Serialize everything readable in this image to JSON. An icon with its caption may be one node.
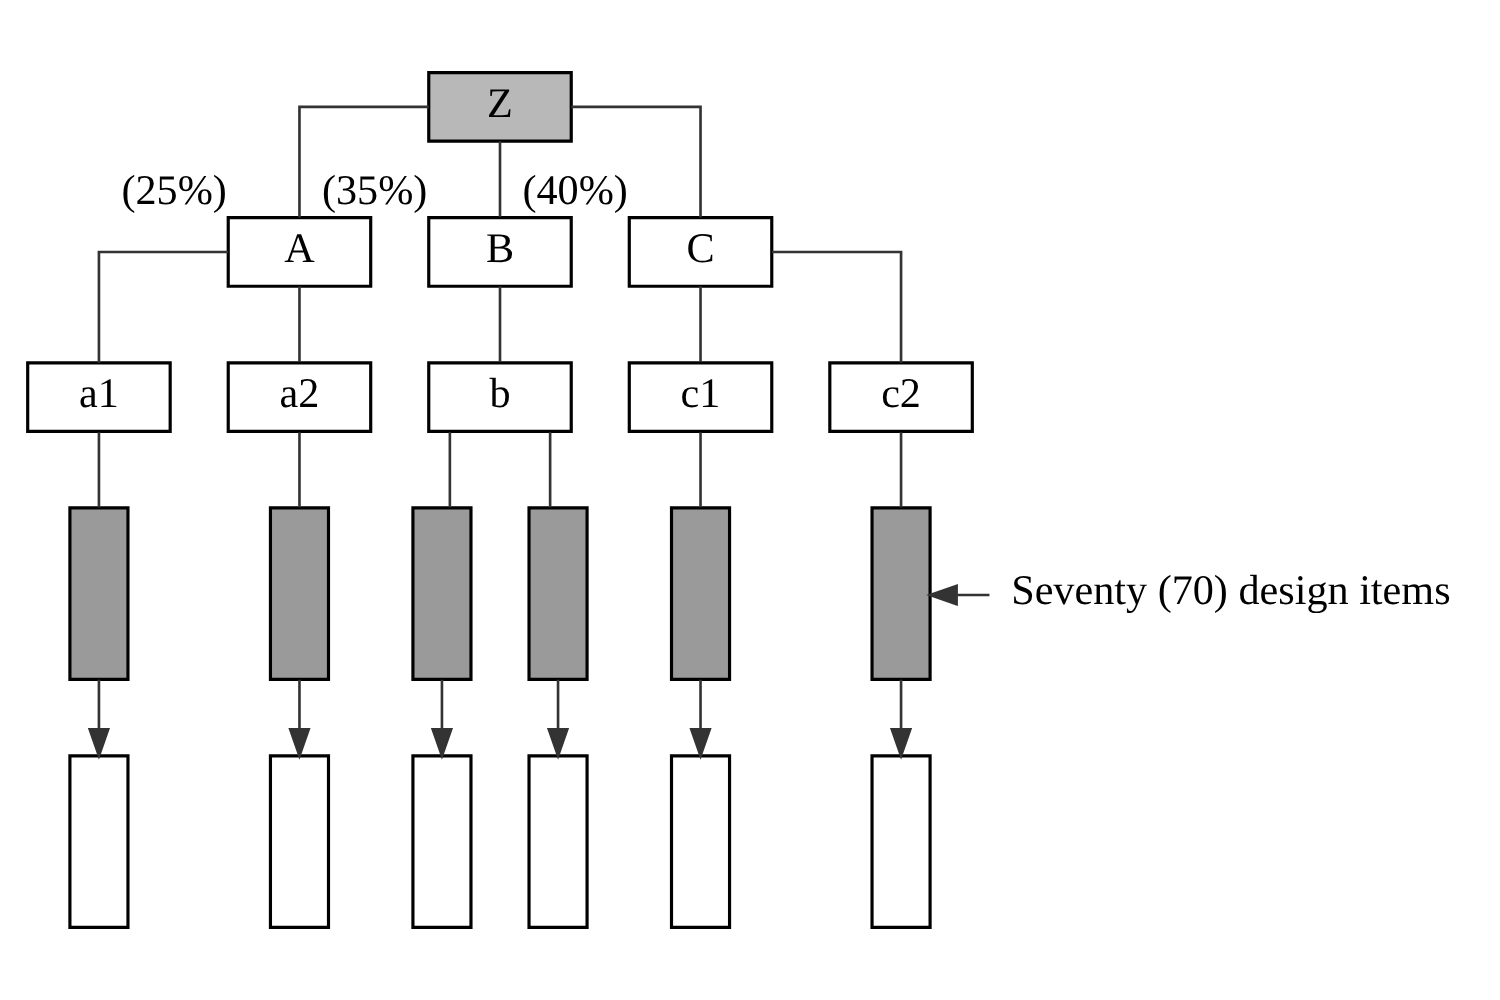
{
  "diagram": {
    "nodes": [
      {
        "text": [
          "Z"
        ]
      },
      {
        "text": [
          "A"
        ],
        "beside": [
          "(25%)"
        ]
      },
      {
        "text": [
          "B"
        ],
        "beside": [
          "(35%)"
        ]
      },
      {
        "text": [
          "C"
        ],
        "beside": [
          "(40%)"
        ]
      },
      {
        "text": [
          "a1"
        ]
      },
      {
        "text": [
          "a2"
        ]
      },
      {
        "text": [
          "b"
        ]
      },
      {
        "text": [
          "c1"
        ]
      },
      {
        "text": [
          "c2"
        ]
      },
      {
        "text": [],
        "shape": "bar"
      },
      {
        "text": [],
        "shape": "bar"
      },
      {
        "text": [],
        "shape": "bar"
      },
      {
        "text": [],
        "shape": "bar"
      },
      {
        "text": [],
        "shape": "bar"
      },
      {
        "text": [],
        "shape": "bar"
      },
      {
        "text": [],
        "shape": "bar"
      },
      {
        "text": [],
        "shape": "bar"
      },
      {
        "text": [],
        "shape": "bar"
      },
      {
        "text": [],
        "shape": "bar"
      },
      {
        "text": [],
        "shape": "bar"
      },
      {
        "text": [],
        "shape": "bar"
      },
      {
        "text": [
          "Seventy (70) design items"
        ]
      }
    ],
    "edges": [
      {
        "from": 0,
        "to": 1,
        "arrow": "none"
      },
      {
        "from": 0,
        "to": 2,
        "arrow": "none"
      },
      {
        "from": 0,
        "to": 3,
        "arrow": "none"
      },
      {
        "from": 1,
        "to": 4,
        "arrow": "none"
      },
      {
        "from": 1,
        "to": 5,
        "arrow": "none"
      },
      {
        "from": 2,
        "to": 6,
        "arrow": "none"
      },
      {
        "from": 3,
        "to": 7,
        "arrow": "none"
      },
      {
        "from": 3,
        "to": 8,
        "arrow": "none"
      },
      {
        "from": 4,
        "to": 9,
        "arrow": "none"
      },
      {
        "from": 5,
        "to": 10,
        "arrow": "none"
      },
      {
        "from": 6,
        "to": 11,
        "arrow": "none"
      },
      {
        "from": 6,
        "to": 12,
        "arrow": "none"
      },
      {
        "from": 7,
        "to": 13,
        "arrow": "none"
      },
      {
        "from": 8,
        "to": 14,
        "arrow": "none"
      },
      {
        "from": 9,
        "to": 15,
        "arrow": "to"
      },
      {
        "from": 10,
        "to": 16,
        "arrow": "to"
      },
      {
        "from": 11,
        "to": 17,
        "arrow": "to"
      },
      {
        "from": 12,
        "to": 18,
        "arrow": "to"
      },
      {
        "from": 13,
        "to": 19,
        "arrow": "to"
      },
      {
        "from": 14,
        "to": 20,
        "arrow": "to"
      },
      {
        "from": 21,
        "to": 14,
        "arrow": "to"
      }
    ]
  }
}
